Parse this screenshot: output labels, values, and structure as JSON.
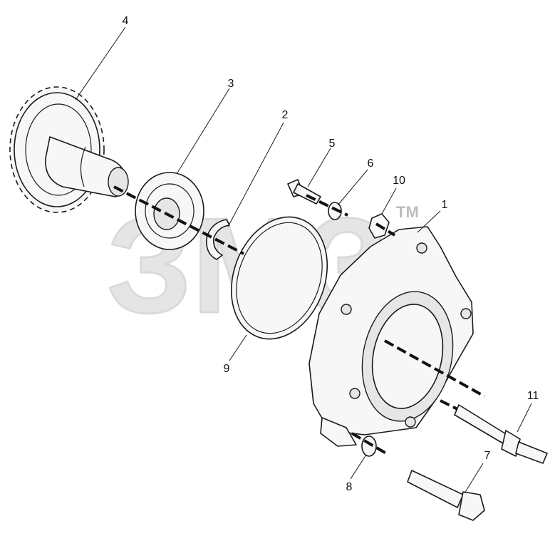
{
  "diagram": {
    "watermark": {
      "logo_text": "ЗМЗ",
      "trademark": "TM",
      "color": "#c9c9c9"
    },
    "callouts": [
      {
        "id": "c1",
        "label": "1"
      },
      {
        "id": "c2",
        "label": "2"
      },
      {
        "id": "c3",
        "label": "3"
      },
      {
        "id": "c4",
        "label": "4"
      },
      {
        "id": "c5",
        "label": "5"
      },
      {
        "id": "c6",
        "label": "6"
      },
      {
        "id": "c7",
        "label": "7"
      },
      {
        "id": "c8",
        "label": "8"
      },
      {
        "id": "c9",
        "label": "9"
      },
      {
        "id": "c10",
        "label": "10"
      },
      {
        "id": "c11",
        "label": "11"
      }
    ]
  }
}
